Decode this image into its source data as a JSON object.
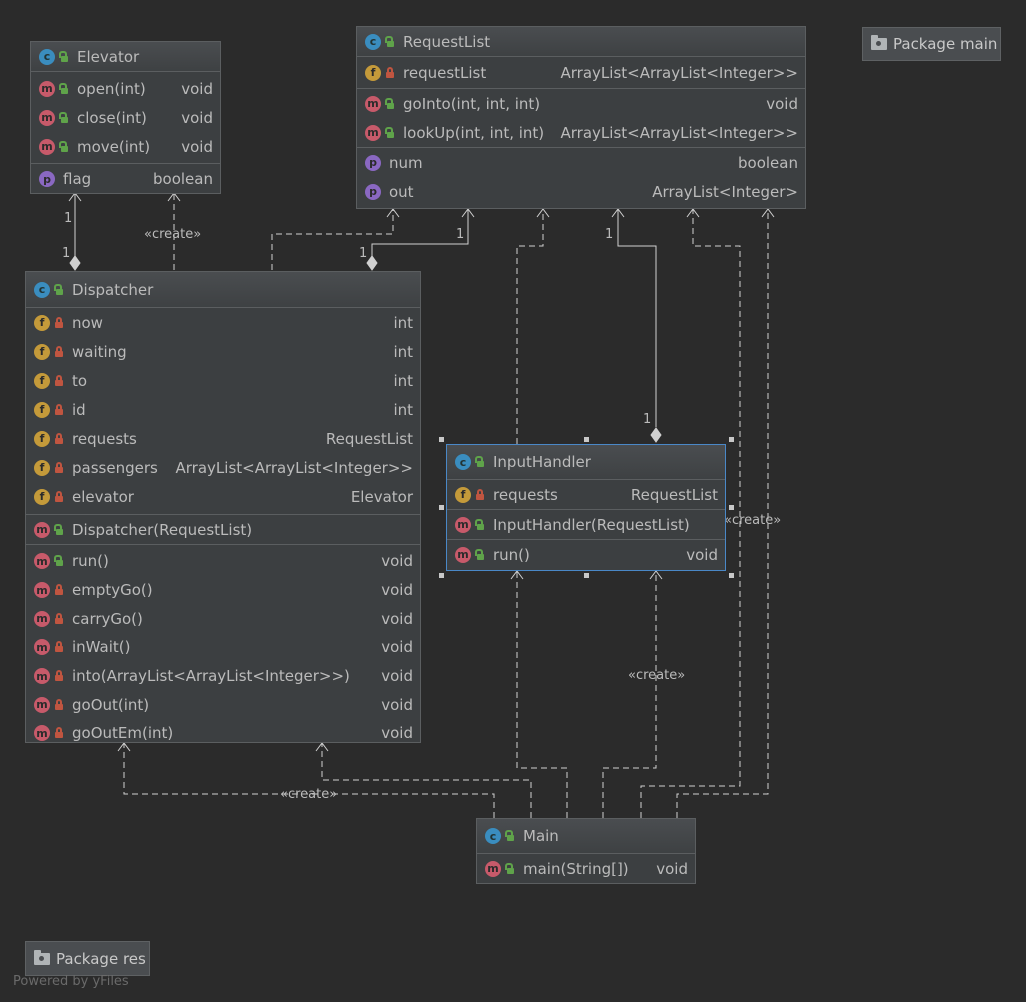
{
  "diagram": {
    "packages": {
      "main": "Package main",
      "res": "Package res"
    },
    "footer": "Powered by yFiles",
    "edge_labels": {
      "create": "«create»",
      "one": "1"
    },
    "classes": {
      "elevator": {
        "name": "Elevator",
        "methods": [
          {
            "name": "open(int)",
            "type": "void"
          },
          {
            "name": "close(int)",
            "type": "void"
          },
          {
            "name": "move(int)",
            "type": "void"
          }
        ],
        "properties": [
          {
            "name": "flag",
            "type": "boolean"
          }
        ]
      },
      "requestlist": {
        "name": "RequestList",
        "fields": [
          {
            "name": "requestList",
            "type": "ArrayList<ArrayList<Integer>>"
          }
        ],
        "methods": [
          {
            "name": "goInto(int, int, int)",
            "type": "void"
          },
          {
            "name": "lookUp(int, int, int)",
            "type": "ArrayList<ArrayList<Integer>>"
          }
        ],
        "properties": [
          {
            "name": "num",
            "type": "boolean"
          },
          {
            "name": "out",
            "type": "ArrayList<Integer>"
          }
        ]
      },
      "dispatcher": {
        "name": "Dispatcher",
        "fields": [
          {
            "name": "now",
            "type": "int"
          },
          {
            "name": "waiting",
            "type": "int"
          },
          {
            "name": "to",
            "type": "int"
          },
          {
            "name": "id",
            "type": "int"
          },
          {
            "name": "requests",
            "type": "RequestList"
          },
          {
            "name": "passengers",
            "type": "ArrayList<ArrayList<Integer>>"
          },
          {
            "name": "elevator",
            "type": "Elevator"
          }
        ],
        "constructors": [
          {
            "name": "Dispatcher(RequestList)",
            "type": ""
          }
        ],
        "methods": [
          {
            "name": "run()",
            "type": "void"
          },
          {
            "name": "emptyGo()",
            "type": "void"
          },
          {
            "name": "carryGo()",
            "type": "void"
          },
          {
            "name": "inWait()",
            "type": "void"
          },
          {
            "name": "into(ArrayList<ArrayList<Integer>>)",
            "type": "void"
          },
          {
            "name": "goOut(int)",
            "type": "void"
          },
          {
            "name": "goOutEm(int)",
            "type": "void"
          }
        ]
      },
      "inputhandler": {
        "name": "InputHandler",
        "fields": [
          {
            "name": "requests",
            "type": "RequestList"
          }
        ],
        "constructors": [
          {
            "name": "InputHandler(RequestList)",
            "type": ""
          }
        ],
        "methods": [
          {
            "name": "run()",
            "type": "void"
          }
        ]
      },
      "main": {
        "name": "Main",
        "methods": [
          {
            "name": "main(String[])",
            "type": "void"
          }
        ]
      }
    }
  }
}
